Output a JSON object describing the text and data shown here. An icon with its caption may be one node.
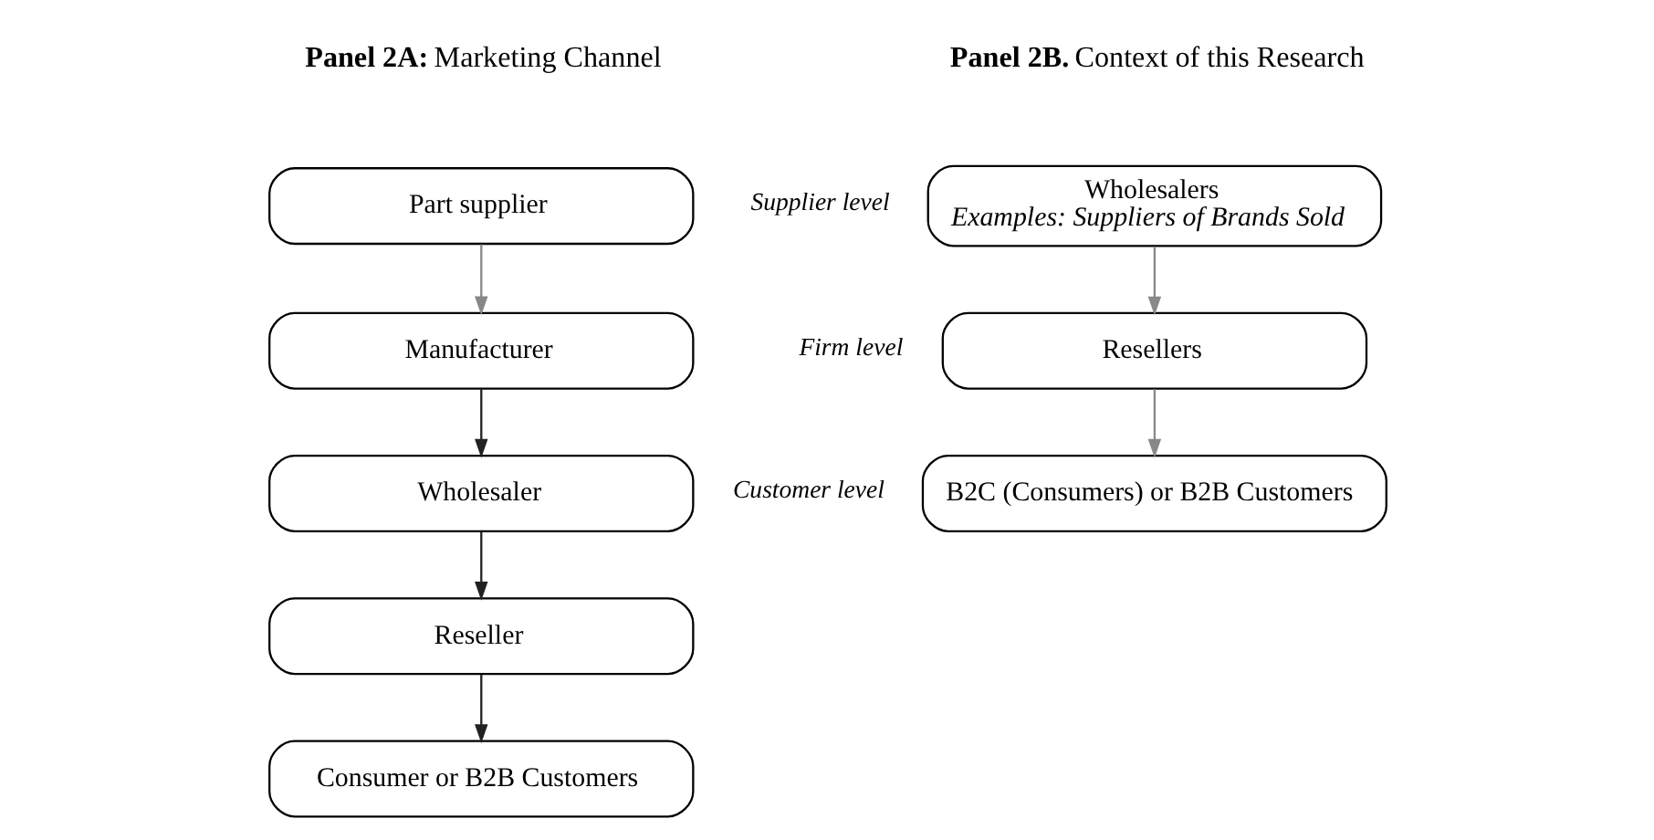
{
  "diagram": {
    "nodes": [
      {
        "text": [
          "Part supplier"
        ]
      },
      {
        "text": [
          "Manufacturer"
        ]
      },
      {
        "text": [
          "Wholesaler"
        ]
      },
      {
        "text": [
          "Reseller"
        ]
      },
      {
        "text": [
          "Consumer or B2B Customers"
        ]
      },
      {
        "text": [
          "Wholesalers",
          "Examples: Suppliers of Brands Sold"
        ],
        "beside": [
          "Supplier level"
        ]
      },
      {
        "text": [
          "Resellers"
        ],
        "beside": [
          "Firm level"
        ]
      },
      {
        "text": [
          "B2C (Consumers) or B2B Customers"
        ],
        "beside": [
          "Customer level"
        ]
      }
    ],
    "edges": [
      {
        "from": 0,
        "to": 1,
        "arrow": "to",
        "color": "#888888"
      },
      {
        "from": 1,
        "to": 2,
        "arrow": "to",
        "color": "#222222"
      },
      {
        "from": 2,
        "to": 3,
        "arrow": "to",
        "color": "#222222"
      },
      {
        "from": 3,
        "to": 4,
        "arrow": "to",
        "color": "#222222"
      },
      {
        "from": 5,
        "to": 6,
        "arrow": "to",
        "color": "#888888"
      },
      {
        "from": 6,
        "to": 7,
        "arrow": "to",
        "color": "#888888"
      }
    ],
    "labels": [
      "**Panel 2A:** Marketing Channel",
      "**Panel 2B.** Context of this Research"
    ]
  }
}
